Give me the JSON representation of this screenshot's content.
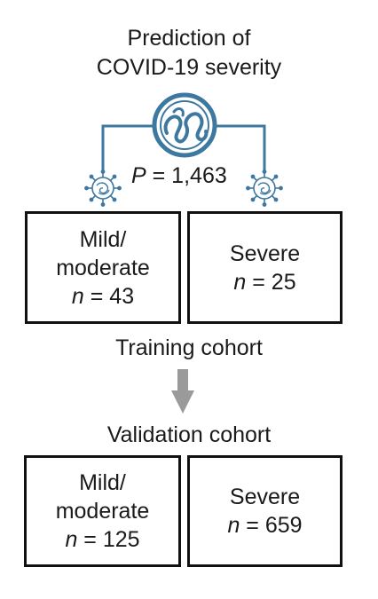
{
  "title_line1": "Prediction of",
  "title_line2": "COVID-19 severity",
  "proteins": {
    "symbol": "P",
    "value": "= 1,463"
  },
  "training": {
    "label": "Training cohort",
    "mild": {
      "line1": "Mild/",
      "line2": "moderate",
      "n_symbol": "n",
      "n_value": "= 43"
    },
    "severe": {
      "line1": "Severe",
      "n_symbol": "n",
      "n_value": "= 25"
    }
  },
  "validation": {
    "label": "Validation cohort",
    "mild": {
      "line1": "Mild/",
      "line2": "moderate",
      "n_symbol": "n",
      "n_value": "= 125"
    },
    "severe": {
      "line1": "Severe",
      "n_symbol": "n",
      "n_value": "= 659"
    }
  },
  "icons": [
    "protein-icon",
    "virus-icon",
    "arrow-down-icon"
  ],
  "colors": {
    "connector": "#3d78a0",
    "arrow": "#9a9a9a",
    "border": "#111111"
  }
}
